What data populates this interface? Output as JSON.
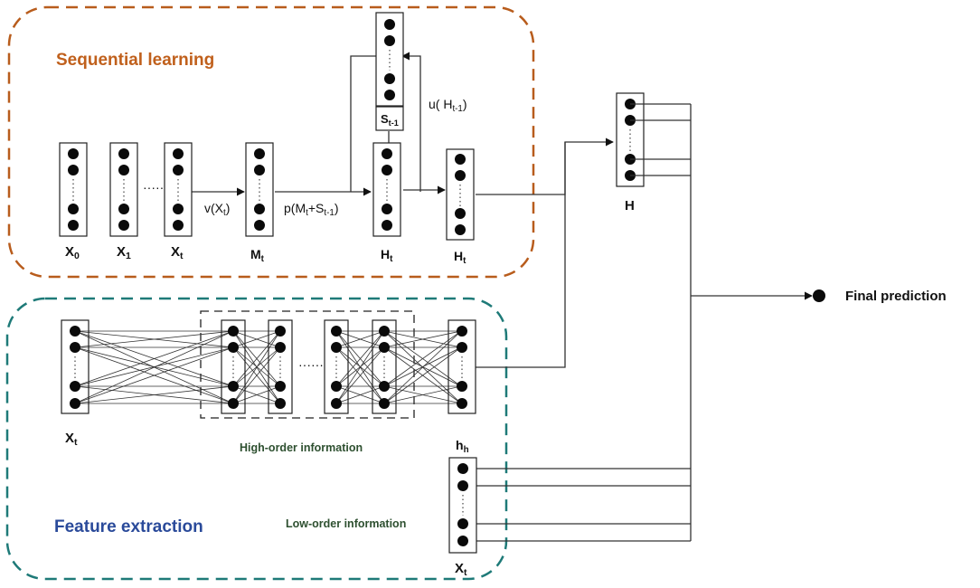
{
  "colors": {
    "sequential_border": "#B85C1C",
    "feature_border": "#1E7A78",
    "sequential_title": "#C0601C",
    "feature_title": "#2A4A9A",
    "annotation_text": "#2E5030",
    "line": "#333333",
    "node": "#0a0a0a"
  },
  "sequential": {
    "title": "Sequential learning",
    "x0": {
      "main": "X",
      "sub": "0"
    },
    "x1": {
      "main": "X",
      "sub": "1"
    },
    "xt": {
      "main": "X",
      "sub": "t"
    },
    "mt": {
      "main": "M",
      "sub": "t"
    },
    "ht": {
      "main": "H",
      "sub": "t"
    },
    "ht_out": {
      "main": "H",
      "sub": "t"
    },
    "st1": {
      "main": "S",
      "sub": "t-1"
    },
    "v_func": {
      "pre": "v(X",
      "sub": "t",
      "post": ")"
    },
    "p_func": {
      "pre": "p(M",
      "sub1": "t",
      "mid": "+S",
      "sub2": "t-1",
      "post": ")"
    },
    "u_func": {
      "pre": "u( H",
      "sub": "t-1",
      "post": ")"
    }
  },
  "combined": {
    "h_label": "H"
  },
  "output": {
    "final_label": "Final prediction"
  },
  "feature": {
    "title": "Feature extraction",
    "xt_input": {
      "main": "X",
      "sub": "t"
    },
    "high_order": "High-order information",
    "hh": {
      "main": "h",
      "sub": "h"
    },
    "low_order": "Low-order information",
    "xt_low": {
      "main": "X",
      "sub": "t"
    }
  }
}
